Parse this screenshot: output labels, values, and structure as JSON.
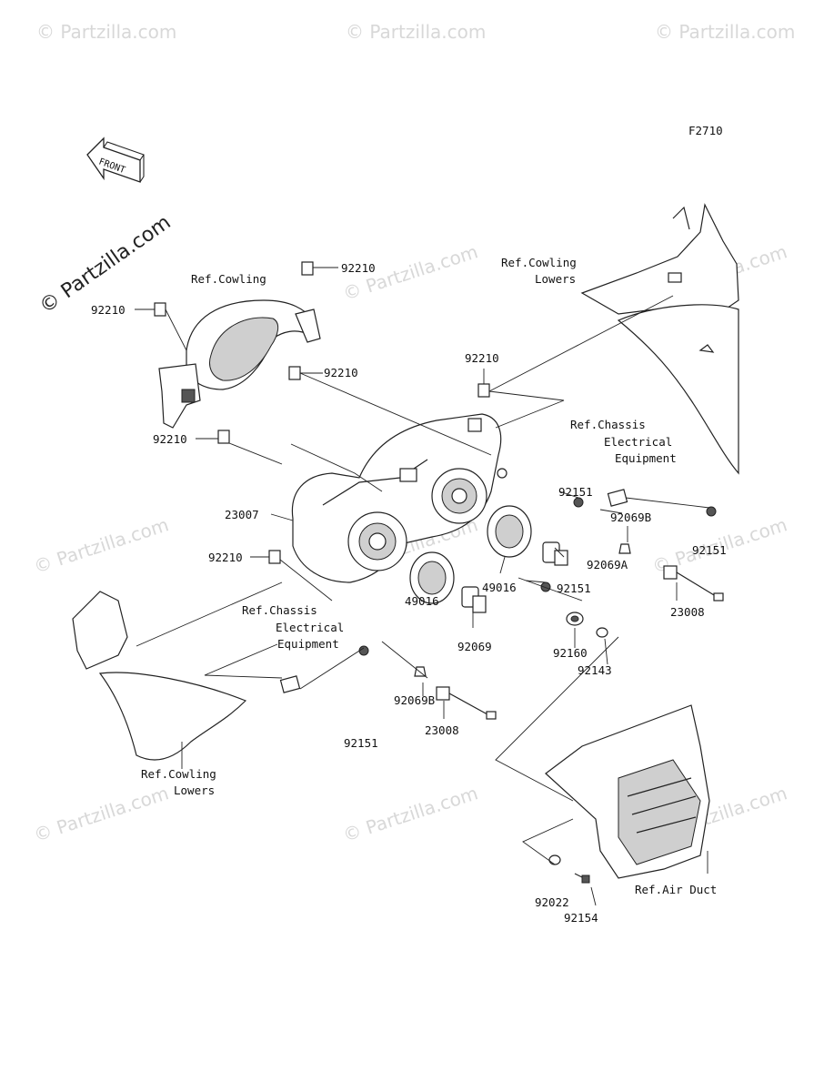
{
  "figure_code": "F2710",
  "front_arrow": {
    "label": "FRONT",
    "icon": "front-direction-arrow-icon"
  },
  "brand_watermark": "© Partzilla.com",
  "watermarks": [
    "© Partzilla.com",
    "© Partzilla.com",
    "© Partzilla.com",
    "© Partzilla.com",
    "© Partzilla.com",
    "© Partzilla.com",
    "© Partzilla.com",
    "© Partzilla.com",
    "© Partzilla.com",
    "© Partzilla.com",
    "© Partzilla.com"
  ],
  "callouts": {
    "p92210_a": "92210",
    "p92210_b": "92210",
    "p92210_c": "92210",
    "p92210_d": "92210",
    "p92210_e": "92210",
    "p92210_f": "92210",
    "p23007": "23007",
    "p92151_a": "92151",
    "p92151_b": "92151",
    "p92151_c": "92151",
    "p92151_d": "92151",
    "p92069B_a": "92069B",
    "p92069B_b": "92069B",
    "p92069A": "92069A",
    "p92069": "92069",
    "p49016_a": "49016",
    "p49016_b": "49016",
    "p23008_a": "23008",
    "p23008_b": "23008",
    "p92160": "92160",
    "p92143": "92143",
    "p92022": "92022",
    "p92154": "92154"
  },
  "refs": {
    "cowling": "Ref.Cowling",
    "cowling_lowers_top": [
      "Ref.Cowling",
      "Lowers"
    ],
    "cowling_lowers_bottom": [
      "Ref.Cowling",
      "Lowers"
    ],
    "chassis_right": [
      "Ref.Chassis",
      "Electrical",
      "Equipment"
    ],
    "chassis_left": [
      "Ref.Chassis",
      "Electrical",
      "Equipment"
    ],
    "air_duct": "Ref.Air Duct"
  }
}
